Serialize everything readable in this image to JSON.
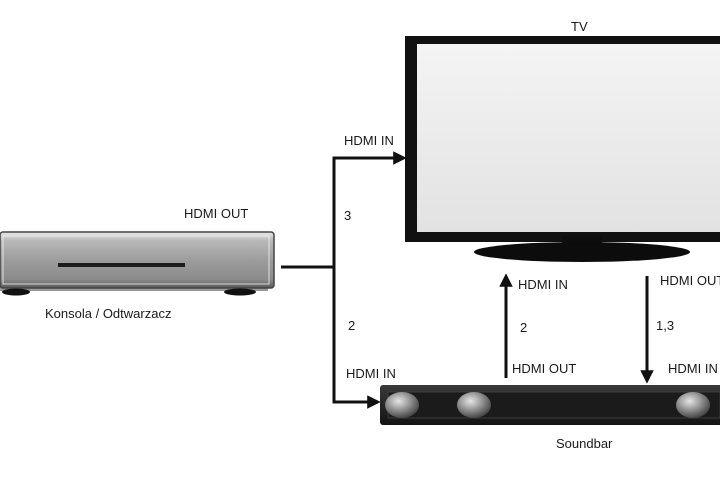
{
  "devices": {
    "tv": {
      "label": "TV"
    },
    "console": {
      "label": "Konsola / Odtwarzacz"
    },
    "soundbar": {
      "label": "Soundbar"
    }
  },
  "ports": {
    "console_out": "HDMI OUT",
    "tv_in_left": "HDMI IN",
    "soundbar_in_left": "HDMI IN",
    "tv_in_bottom": "HDMI IN",
    "soundbar_out": "HDMI OUT",
    "tv_out": "HDMI OUT",
    "soundbar_in_right": "HDMI IN"
  },
  "connections": {
    "console_to_tv": "3",
    "console_to_soundbar": "2",
    "soundbar_to_tv": "2",
    "tv_to_soundbar": "1,3"
  }
}
